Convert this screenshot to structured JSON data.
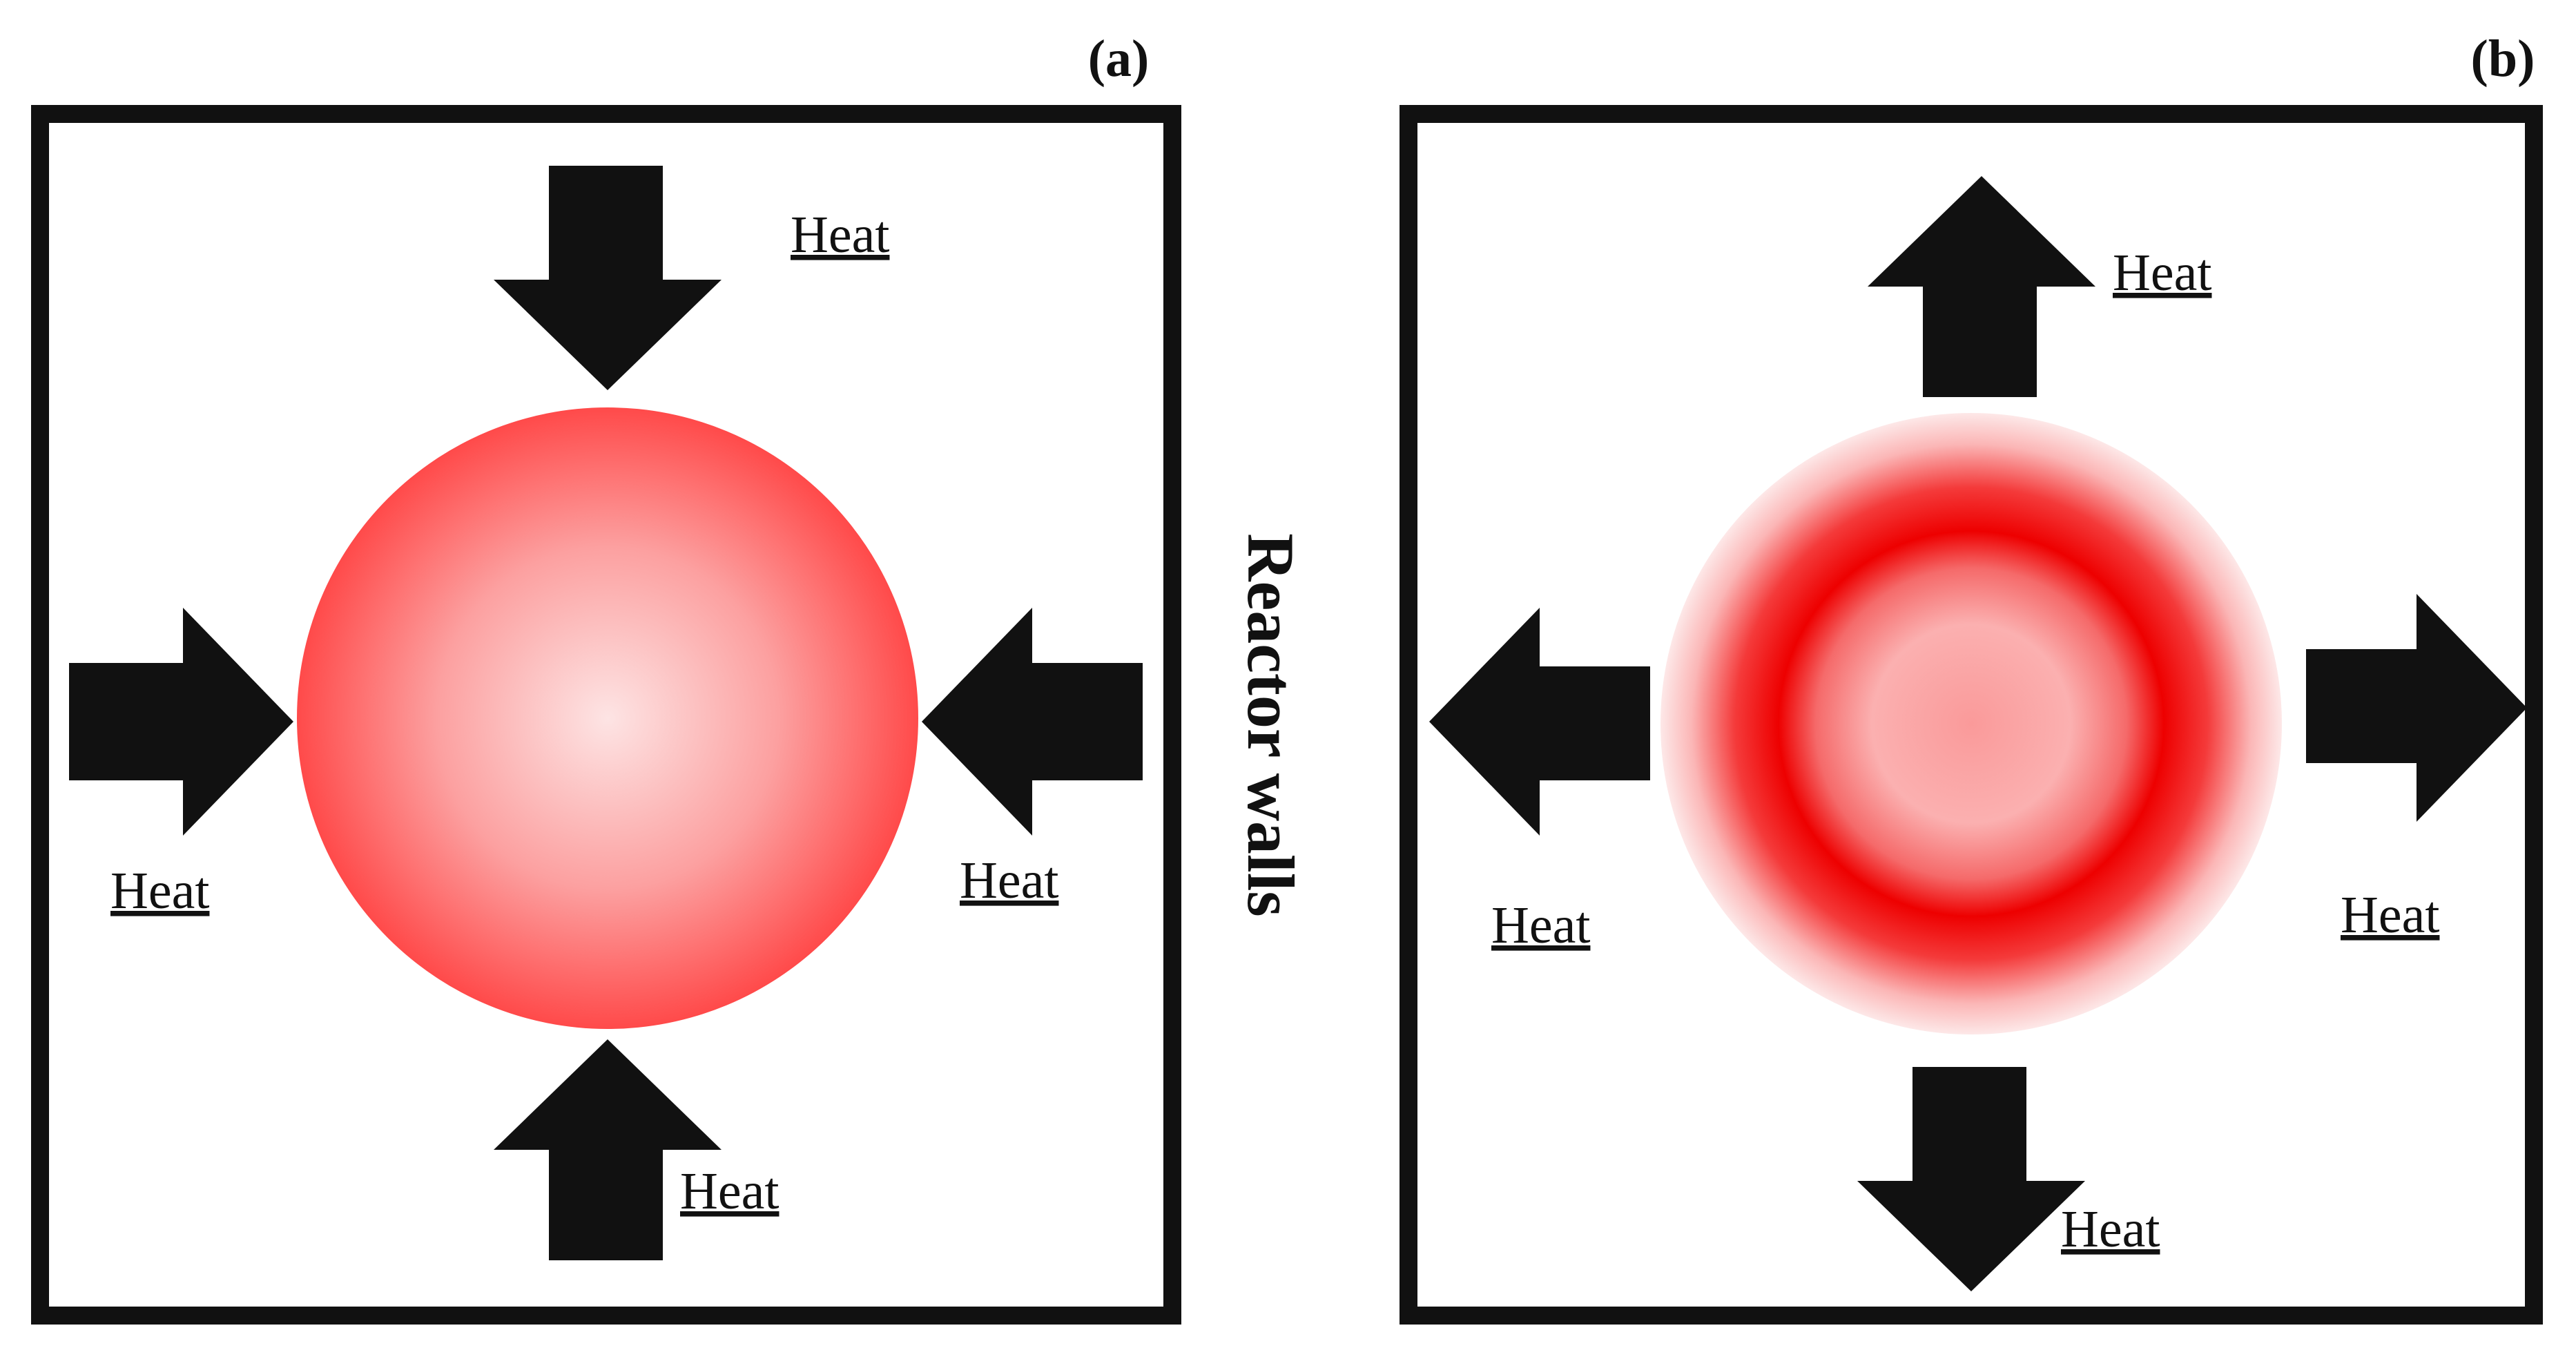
{
  "panels": {
    "a": {
      "label": "(a)",
      "heat_labels": [
        "Heat",
        "Heat",
        "Heat",
        "Heat"
      ],
      "heat_direction": "inward",
      "particle": {
        "center_color": "#fde4e4",
        "edge_color": "#ff4a4a"
      }
    },
    "b": {
      "label": "(b)",
      "heat_labels": [
        "Heat",
        "Heat",
        "Heat",
        "Heat"
      ],
      "heat_direction": "outward",
      "particle": {
        "center_color": "#fa9a9a",
        "ring_color": "#ee0000",
        "edge_color": "#fde8e8"
      }
    }
  },
  "walls_label": "Reactor walls",
  "colors": {
    "arrow": "#111111",
    "frame": "#111111"
  }
}
